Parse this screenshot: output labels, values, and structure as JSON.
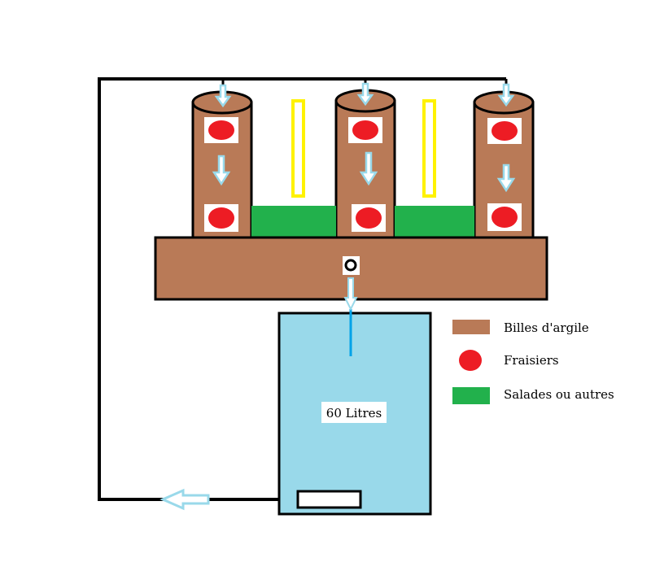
{
  "tank": {
    "label": "60 Litres"
  },
  "legend": {
    "items": [
      {
        "key": "clay",
        "label": "Billes d'argile"
      },
      {
        "key": "strawberry",
        "label": "Fraisiers"
      },
      {
        "key": "salad",
        "label": "Salades ou autres"
      }
    ]
  },
  "colors": {
    "clay": "#b97a57",
    "strawberry": "#ed1c24",
    "salad": "#22b14c",
    "water": "#99d9ea",
    "flow": "#00a2e8",
    "light": "#fff200",
    "line": "#000000"
  }
}
